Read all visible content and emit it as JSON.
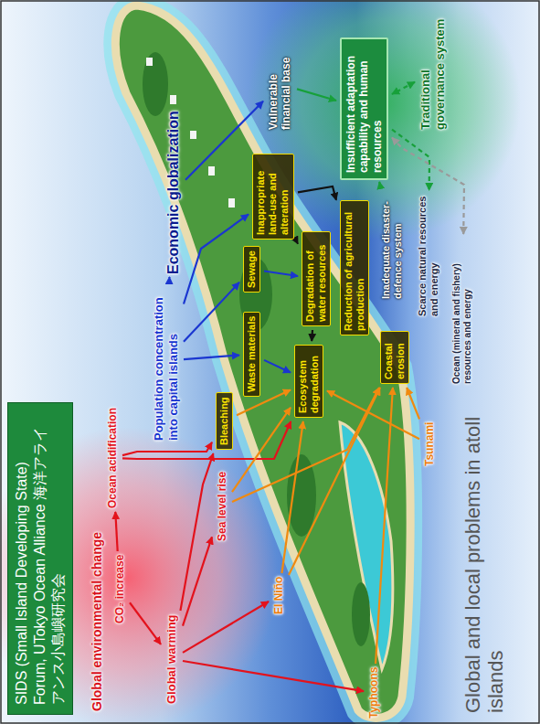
{
  "diagram": {
    "title": "SIDS (Small Island Developing State) Forum, UTokyo Ocean Alliance 海洋アライアンス小島嶼研究会",
    "caption": "Global and local problems in atoll islands",
    "nodes": [
      {
        "text": [
          "Global environmental change"
        ]
      },
      {
        "text": [
          "CO₂ increase"
        ],
        "in": 0
      },
      {
        "text": [
          "Ocean acidification"
        ],
        "in": 0
      },
      {
        "text": [
          "Global warming"
        ],
        "in": 0
      },
      {
        "text": [
          "Sea level rise"
        ]
      },
      {
        "text": [
          "El Niño"
        ]
      },
      {
        "text": [
          "Typhoons"
        ]
      },
      {
        "text": [
          "Bleaching"
        ]
      },
      {
        "text": [
          "Tsunami"
        ]
      },
      {
        "text": [
          "Population concentration into capital islands"
        ]
      },
      {
        "text": [
          "Economic globalization"
        ]
      },
      {
        "text": [
          "Waste materials"
        ]
      },
      {
        "text": [
          "Sewage"
        ]
      },
      {
        "text": [
          "Ecosystem degradation"
        ]
      },
      {
        "text": [
          "Degradation of water resources"
        ]
      },
      {
        "text": [
          "Inappropriate land-use and alteration"
        ]
      },
      {
        "text": [
          "Reduction of agricultural production"
        ]
      },
      {
        "text": [
          "Coastal erosion"
        ]
      },
      {
        "text": [
          "Inadequate disaster-defence system"
        ]
      },
      {
        "text": [
          "Vulnerable financial base"
        ]
      },
      {
        "text": [
          "Scarce natural resources and energy"
        ]
      },
      {
        "text": [
          "Ocean (mineral and fishery) resources and energy"
        ]
      },
      {
        "text": [
          "Insufficient adaptation capability and human resources"
        ]
      },
      {
        "text": [
          "Traditional governance system"
        ]
      }
    ],
    "edges": [
      {
        "from": 1,
        "to": 3,
        "arrow": "to"
      },
      {
        "from": 1,
        "to": 2,
        "arrow": "to"
      },
      {
        "from": 3,
        "to": 4,
        "arrow": "to"
      },
      {
        "from": 3,
        "to": 5,
        "arrow": "to"
      },
      {
        "from": 3,
        "to": 6,
        "arrow": "to"
      },
      {
        "from": 3,
        "to": 7,
        "arrow": "to"
      },
      {
        "from": 2,
        "to": 7,
        "arrow": "to"
      },
      {
        "from": 2,
        "to": 13,
        "arrow": "to"
      },
      {
        "from": 7,
        "to": 13,
        "arrow": "to"
      },
      {
        "from": 4,
        "to": 13,
        "arrow": "to"
      },
      {
        "from": 4,
        "to": 17,
        "arrow": "to"
      },
      {
        "from": 5,
        "to": 13,
        "arrow": "to"
      },
      {
        "from": 5,
        "to": 17,
        "arrow": "to"
      },
      {
        "from": 6,
        "to": 17,
        "arrow": "to"
      },
      {
        "from": 8,
        "to": 17,
        "arrow": "to"
      },
      {
        "from": 8,
        "to": 13,
        "arrow": "to"
      },
      {
        "from": 10,
        "to": 9,
        "arrow": "to"
      },
      {
        "from": 10,
        "to": 19,
        "arrow": "to"
      },
      {
        "from": 9,
        "to": 11,
        "arrow": "to"
      },
      {
        "from": 9,
        "to": 12,
        "arrow": "to"
      },
      {
        "from": 9,
        "to": 15,
        "arrow": "to"
      },
      {
        "from": 11,
        "to": 13,
        "arrow": "to"
      },
      {
        "from": 12,
        "to": 14,
        "arrow": "to"
      },
      {
        "from": 15,
        "to": 14,
        "arrow": "to"
      },
      {
        "from": 14,
        "to": 13,
        "arrow": "to"
      },
      {
        "from": 15,
        "to": 16,
        "arrow": "to"
      },
      {
        "from": 19,
        "to": 22,
        "arrow": "to"
      },
      {
        "from": 22,
        "to": 18,
        "arrow": "to"
      },
      {
        "from": 22,
        "to": 20,
        "arrow": "to"
      },
      {
        "from": 23,
        "to": 22,
        "arrow": "both"
      },
      {
        "from": 21,
        "to": 22,
        "arrow": "both"
      }
    ]
  }
}
